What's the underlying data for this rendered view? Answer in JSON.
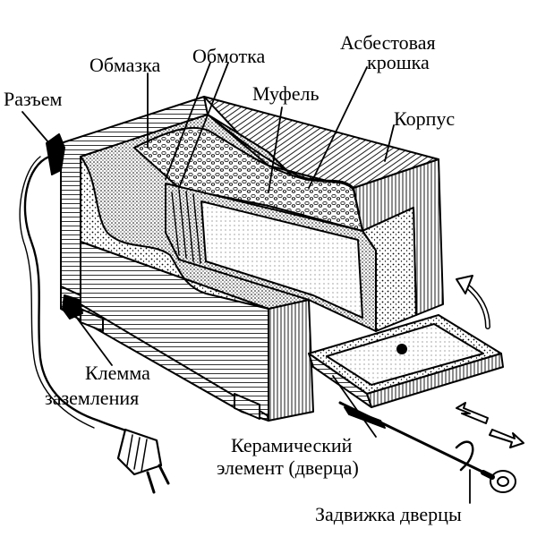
{
  "labels": {
    "obmazka": "Обмазка",
    "obmotka": "Обмотка",
    "asbest_line1": "Асбестовая",
    "asbest_line2": "крошка",
    "razem": "Разъем",
    "mufel": "Муфель",
    "korpus": "Корпус",
    "klemma_line1": "Клемма",
    "klemma_line2": "заземления",
    "ceramic_line1": "Керамический",
    "ceramic_line2": "элемент (дверца)",
    "latch": "Задвижка дверцы"
  },
  "colors": {
    "ink": "#000000",
    "paper": "#ffffff"
  }
}
